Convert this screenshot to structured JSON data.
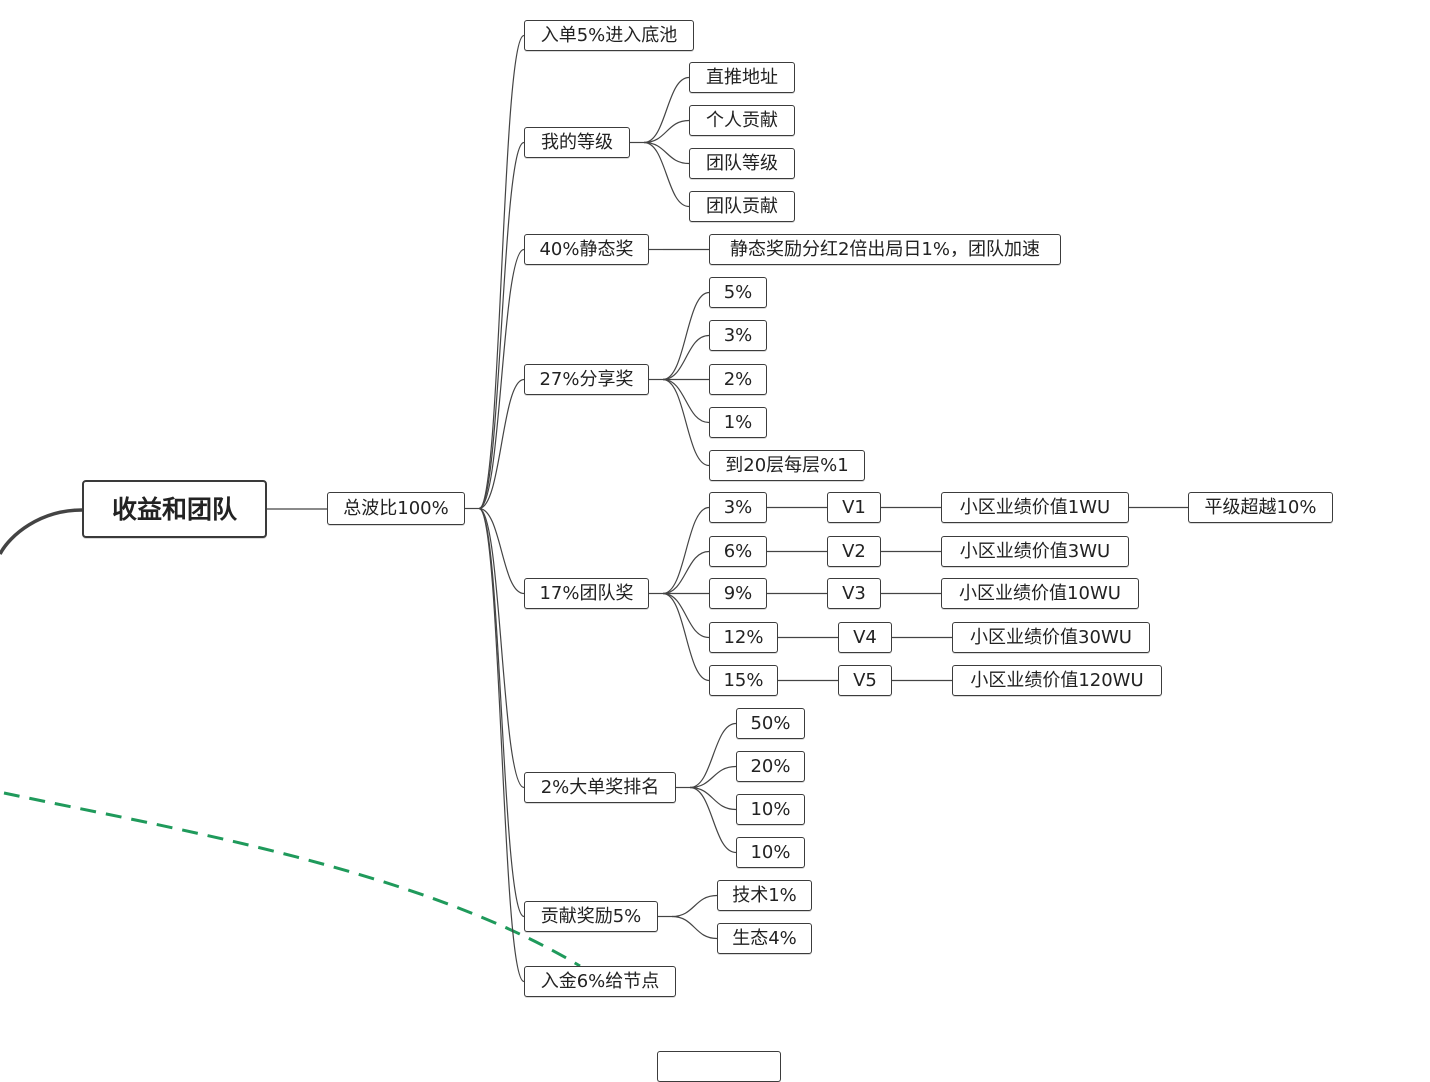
{
  "root": {
    "label": "收益和团队",
    "total": {
      "label": "总波比100%",
      "branches": [
        {
          "label": "入单5%进入底池",
          "children": []
        },
        {
          "label": "我的等级",
          "children": [
            "直推地址",
            "个人贡献",
            "团队等级",
            "团队贡献"
          ]
        },
        {
          "label": "40%静态奖",
          "children": [
            "静态奖励分红2倍出局日1%，团队加速"
          ]
        },
        {
          "label": "27%分享奖",
          "children": [
            "5%",
            "3%",
            "2%",
            "1%",
            "到20层每层%1"
          ]
        },
        {
          "label": "17%团队奖",
          "levels": [
            {
              "rate": "3%",
              "level": "V1",
              "requirement": "小区业绩价值1WU",
              "extra": "平级超越10%"
            },
            {
              "rate": "6%",
              "level": "V2",
              "requirement": "小区业绩价值3WU"
            },
            {
              "rate": "9%",
              "level": "V3",
              "requirement": "小区业绩价值10WU"
            },
            {
              "rate": "12%",
              "level": "V4",
              "requirement": "小区业绩价值30WU"
            },
            {
              "rate": "15%",
              "level": "V5",
              "requirement": "小区业绩价值120WU"
            }
          ]
        },
        {
          "label": "2%大单奖排名",
          "children": [
            "50%",
            "20%",
            "10%",
            "10%"
          ]
        },
        {
          "label": "贡献奖励5%",
          "children": [
            "技术1%",
            "生态4%"
          ]
        },
        {
          "label": "入金6%给节点",
          "children": []
        }
      ]
    }
  },
  "colors": {
    "line": "#444444",
    "border": "#3c3c3c",
    "dashed": "#1f9a5b",
    "text": "#222222"
  }
}
